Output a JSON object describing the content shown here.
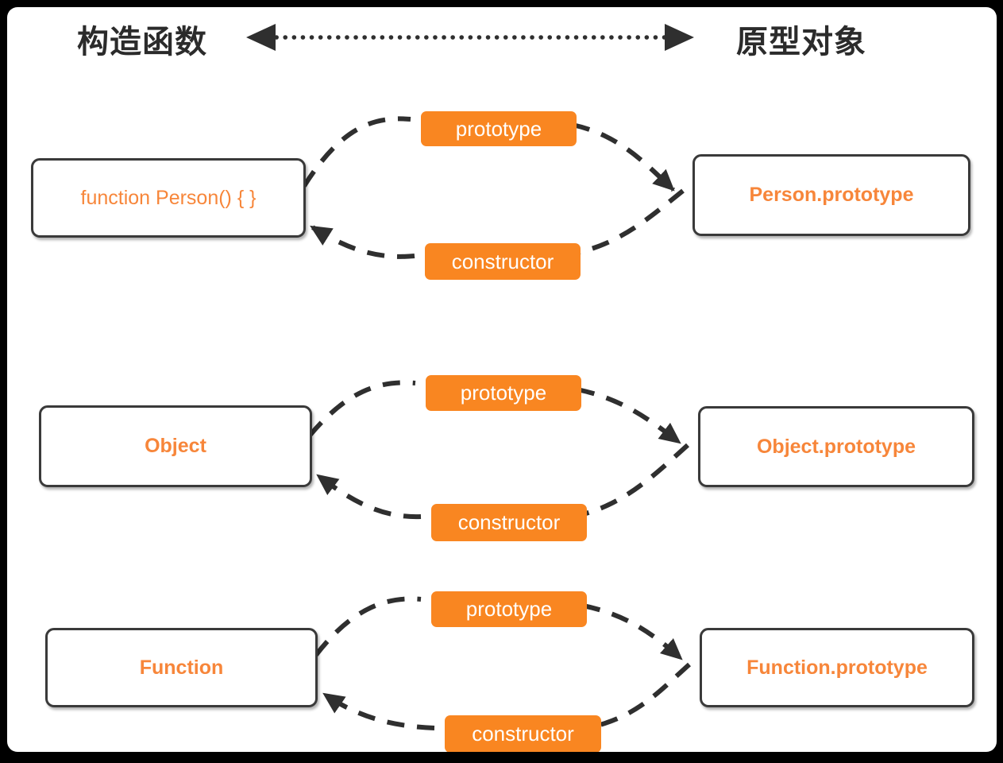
{
  "diagram": {
    "title_left": "构造函数",
    "title_right": "原型对象",
    "header_connector": "double-headed-dotted-arrow",
    "colors": {
      "accent_orange": "#f98621",
      "node_text_orange": "#f7863a",
      "stroke_dark": "#3a3a3a",
      "card_background": "#ffffff",
      "page_background": "#000000"
    },
    "rows": [
      {
        "id": "person",
        "left_node": "function Person() { }",
        "right_node": "Person.prototype",
        "forward_label": "prototype",
        "back_label": "constructor"
      },
      {
        "id": "object",
        "left_node": "Object",
        "right_node": "Object.prototype",
        "forward_label": "prototype",
        "back_label": "constructor"
      },
      {
        "id": "function",
        "left_node": "Function",
        "right_node": "Function.prototype",
        "forward_label": "prototype",
        "back_label": "constructor"
      }
    ]
  }
}
